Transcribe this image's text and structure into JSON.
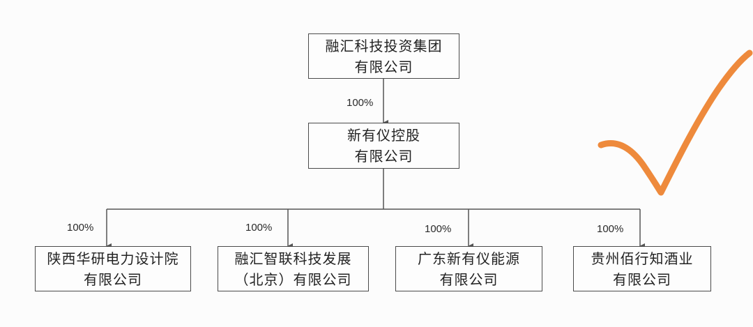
{
  "nodes": {
    "top": {
      "line1": "融汇科技投资集团",
      "line2": "有限公司"
    },
    "mid": {
      "line1": "新有仪控股",
      "line2": "有限公司"
    },
    "child1": {
      "line1": "陕西华研电力设计院",
      "line2": "有限公司"
    },
    "child2": {
      "line1": "融汇智联科技发展",
      "line2": "（北京）有限公司"
    },
    "child3": {
      "line1": "广东新有仪能源",
      "line2": "有限公司"
    },
    "child4": {
      "line1": "贵州佰行知酒业",
      "line2": "有限公司"
    }
  },
  "edges": {
    "top_to_mid": "100%",
    "mid_to_child1": "100%",
    "mid_to_child2": "100%",
    "mid_to_child3": "100%",
    "mid_to_child4": "100%"
  },
  "annotation": {
    "checkmark_icon": "checkmark-icon",
    "checkmark_color": "#ee8a3c"
  },
  "colors": {
    "line": "#555555",
    "box_border": "#4a4a4a"
  }
}
